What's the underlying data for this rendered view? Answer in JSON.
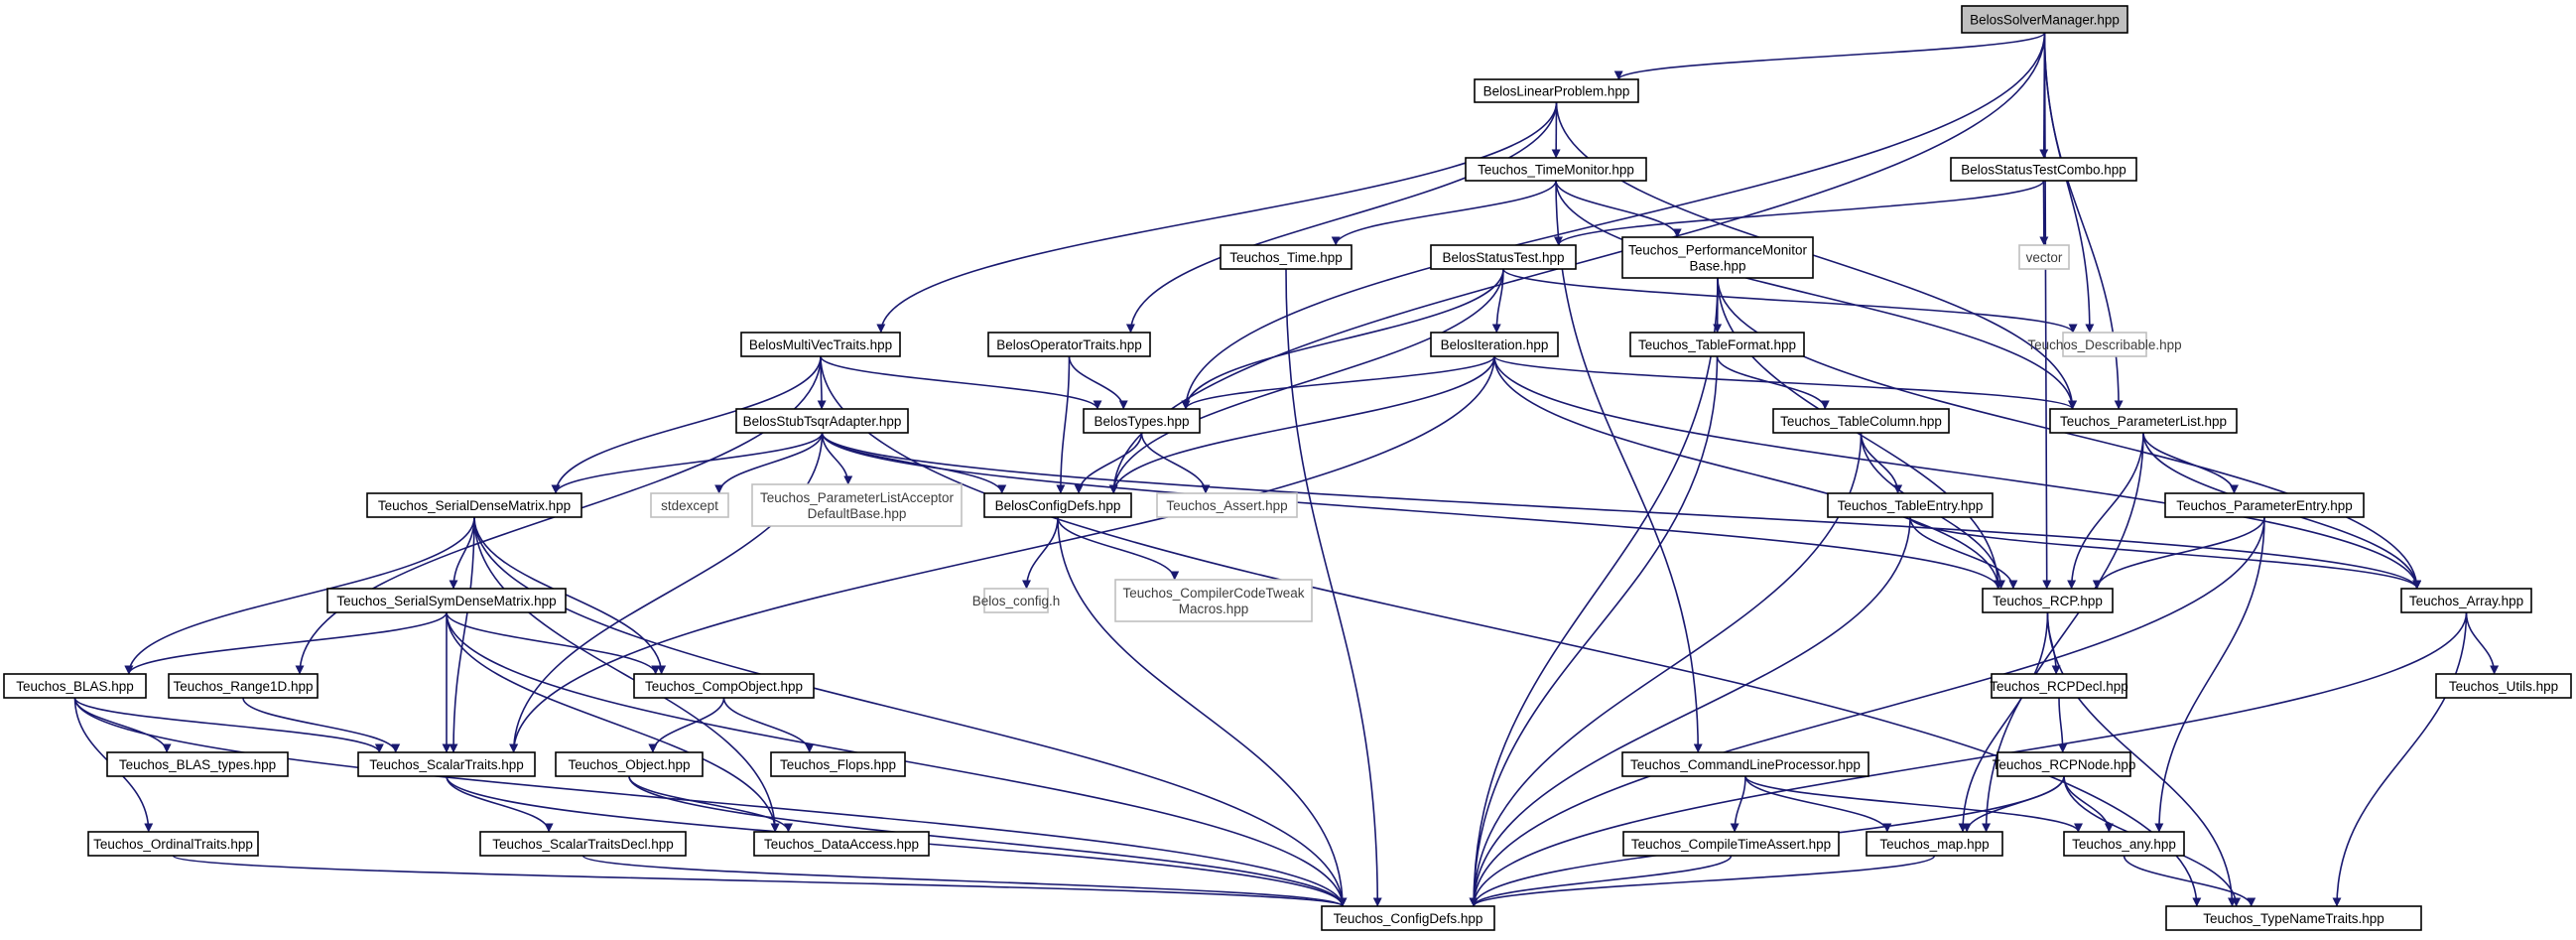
{
  "diagram": {
    "edge_color": "#191970",
    "root_fill": "#bfbfbf",
    "system_border": "#bfbfbf",
    "nodes": [
      {
        "id": "root",
        "label": [
          "BelosSolverManager.hpp"
        ],
        "kind": "root"
      },
      {
        "id": "linprob",
        "label": [
          "BelosLinearProblem.hpp"
        ]
      },
      {
        "id": "stcombo",
        "label": [
          "BelosStatusTestCombo.hpp"
        ]
      },
      {
        "id": "timemon",
        "label": [
          "Teuchos_TimeMonitor.hpp"
        ]
      },
      {
        "id": "time",
        "label": [
          "Teuchos_Time.hpp"
        ]
      },
      {
        "id": "stest",
        "label": [
          "BelosStatusTest.hpp"
        ]
      },
      {
        "id": "perfmon",
        "label": [
          "Teuchos_PerformanceMonitor",
          "Base.hpp"
        ]
      },
      {
        "id": "vector",
        "label": [
          "vector"
        ],
        "kind": "system"
      },
      {
        "id": "describ",
        "label": [
          "Teuchos_Describable.hpp"
        ],
        "kind": "system"
      },
      {
        "id": "mvtraits",
        "label": [
          "BelosMultiVecTraits.hpp"
        ]
      },
      {
        "id": "optraits",
        "label": [
          "BelosOperatorTraits.hpp"
        ]
      },
      {
        "id": "iter",
        "label": [
          "BelosIteration.hpp"
        ]
      },
      {
        "id": "tablefmt",
        "label": [
          "Teuchos_TableFormat.hpp"
        ]
      },
      {
        "id": "stub",
        "label": [
          "BelosStubTsqrAdapter.hpp"
        ]
      },
      {
        "id": "types",
        "label": [
          "BelosTypes.hpp"
        ]
      },
      {
        "id": "tablecol",
        "label": [
          "Teuchos_TableColumn.hpp"
        ]
      },
      {
        "id": "plist",
        "label": [
          "Teuchos_ParameterList.hpp"
        ]
      },
      {
        "id": "sdm",
        "label": [
          "Teuchos_SerialDenseMatrix.hpp"
        ]
      },
      {
        "id": "stdexcept",
        "label": [
          "stdexcept"
        ],
        "kind": "system"
      },
      {
        "id": "plad",
        "label": [
          "Teuchos_ParameterListAcceptor",
          "DefaultBase.hpp"
        ],
        "kind": "system"
      },
      {
        "id": "cfgdefs",
        "label": [
          "BelosConfigDefs.hpp"
        ]
      },
      {
        "id": "assert",
        "label": [
          "Teuchos_Assert.hpp"
        ],
        "kind": "system"
      },
      {
        "id": "tableentry",
        "label": [
          "Teuchos_TableEntry.hpp"
        ]
      },
      {
        "id": "pentry",
        "label": [
          "Teuchos_ParameterEntry.hpp"
        ]
      },
      {
        "id": "ssdm",
        "label": [
          "Teuchos_SerialSymDenseMatrix.hpp"
        ]
      },
      {
        "id": "belosconfig",
        "label": [
          "Belos_config.h"
        ],
        "kind": "system"
      },
      {
        "id": "cctm",
        "label": [
          "Teuchos_CompilerCodeTweak",
          "Macros.hpp"
        ],
        "kind": "system"
      },
      {
        "id": "rcp",
        "label": [
          "Teuchos_RCP.hpp"
        ]
      },
      {
        "id": "array",
        "label": [
          "Teuchos_Array.hpp"
        ]
      },
      {
        "id": "blas",
        "label": [
          "Teuchos_BLAS.hpp"
        ]
      },
      {
        "id": "range1d",
        "label": [
          "Teuchos_Range1D.hpp"
        ]
      },
      {
        "id": "compobj",
        "label": [
          "Teuchos_CompObject.hpp"
        ]
      },
      {
        "id": "rcpdecl",
        "label": [
          "Teuchos_RCPDecl.hpp"
        ]
      },
      {
        "id": "utils",
        "label": [
          "Teuchos_Utils.hpp"
        ]
      },
      {
        "id": "blastypes",
        "label": [
          "Teuchos_BLAS_types.hpp"
        ]
      },
      {
        "id": "scalar",
        "label": [
          "Teuchos_ScalarTraits.hpp"
        ]
      },
      {
        "id": "object",
        "label": [
          "Teuchos_Object.hpp"
        ]
      },
      {
        "id": "flops",
        "label": [
          "Teuchos_Flops.hpp"
        ]
      },
      {
        "id": "clp",
        "label": [
          "Teuchos_CommandLineProcessor.hpp"
        ]
      },
      {
        "id": "rcpnode",
        "label": [
          "Teuchos_RCPNode.hpp"
        ]
      },
      {
        "id": "ordinal",
        "label": [
          "Teuchos_OrdinalTraits.hpp"
        ]
      },
      {
        "id": "stdecl",
        "label": [
          "Teuchos_ScalarTraitsDecl.hpp"
        ]
      },
      {
        "id": "dataacc",
        "label": [
          "Teuchos_DataAccess.hpp"
        ]
      },
      {
        "id": "ctassert",
        "label": [
          "Teuchos_CompileTimeAssert.hpp"
        ]
      },
      {
        "id": "map",
        "label": [
          "Teuchos_map.hpp"
        ]
      },
      {
        "id": "any",
        "label": [
          "Teuchos_any.hpp"
        ]
      },
      {
        "id": "configdefs",
        "label": [
          "Teuchos_ConfigDefs.hpp"
        ]
      },
      {
        "id": "typename",
        "label": [
          "Teuchos_TypeNameTraits.hpp"
        ]
      }
    ],
    "edges": [
      [
        "root",
        "linprob"
      ],
      [
        "root",
        "stcombo"
      ],
      [
        "root",
        "cfgdefs"
      ],
      [
        "root",
        "types"
      ],
      [
        "root",
        "describ"
      ],
      [
        "root",
        "plist"
      ],
      [
        "root",
        "rcp"
      ],
      [
        "linprob",
        "timemon"
      ],
      [
        "linprob",
        "mvtraits"
      ],
      [
        "linprob",
        "optraits"
      ],
      [
        "linprob",
        "plist"
      ],
      [
        "stcombo",
        "vector"
      ],
      [
        "stcombo",
        "stest"
      ],
      [
        "timemon",
        "time"
      ],
      [
        "timemon",
        "perfmon"
      ],
      [
        "timemon",
        "clp"
      ],
      [
        "timemon",
        "plist"
      ],
      [
        "time",
        "configdefs"
      ],
      [
        "stest",
        "iter"
      ],
      [
        "stest",
        "types"
      ],
      [
        "stest",
        "cfgdefs"
      ],
      [
        "stest",
        "describ"
      ],
      [
        "perfmon",
        "tablefmt"
      ],
      [
        "perfmon",
        "rcp"
      ],
      [
        "perfmon",
        "array"
      ],
      [
        "perfmon",
        "configdefs"
      ],
      [
        "mvtraits",
        "stub"
      ],
      [
        "mvtraits",
        "types"
      ],
      [
        "mvtraits",
        "sdm"
      ],
      [
        "mvtraits",
        "range1d"
      ],
      [
        "mvtraits",
        "typename"
      ],
      [
        "optraits",
        "types"
      ],
      [
        "optraits",
        "cfgdefs"
      ],
      [
        "iter",
        "types"
      ],
      [
        "iter",
        "cfgdefs"
      ],
      [
        "iter",
        "plist"
      ],
      [
        "iter",
        "rcp"
      ],
      [
        "iter",
        "array"
      ],
      [
        "iter",
        "scalar"
      ],
      [
        "tablefmt",
        "tablecol"
      ],
      [
        "tablefmt",
        "configdefs"
      ],
      [
        "stub",
        "sdm"
      ],
      [
        "stub",
        "stdexcept"
      ],
      [
        "stub",
        "plad"
      ],
      [
        "stub",
        "cfgdefs"
      ],
      [
        "stub",
        "rcp"
      ],
      [
        "stub",
        "array"
      ],
      [
        "stub",
        "scalar"
      ],
      [
        "types",
        "cfgdefs"
      ],
      [
        "types",
        "assert"
      ],
      [
        "tablecol",
        "tableentry"
      ],
      [
        "tablecol",
        "configdefs"
      ],
      [
        "tablecol",
        "rcp"
      ],
      [
        "plist",
        "pentry"
      ],
      [
        "plist",
        "rcp"
      ],
      [
        "plist",
        "array"
      ],
      [
        "plist",
        "map"
      ],
      [
        "sdm",
        "ssdm"
      ],
      [
        "sdm",
        "blas"
      ],
      [
        "sdm",
        "compobj"
      ],
      [
        "sdm",
        "scalar"
      ],
      [
        "sdm",
        "dataacc"
      ],
      [
        "sdm",
        "configdefs"
      ],
      [
        "cfgdefs",
        "belosconfig"
      ],
      [
        "cfgdefs",
        "cctm"
      ],
      [
        "cfgdefs",
        "configdefs"
      ],
      [
        "tableentry",
        "rcp"
      ],
      [
        "tableentry",
        "array"
      ],
      [
        "tableentry",
        "configdefs"
      ],
      [
        "pentry",
        "rcp"
      ],
      [
        "pentry",
        "any"
      ],
      [
        "pentry",
        "configdefs"
      ],
      [
        "ssdm",
        "blas"
      ],
      [
        "ssdm",
        "compobj"
      ],
      [
        "ssdm",
        "scalar"
      ],
      [
        "ssdm",
        "dataacc"
      ],
      [
        "ssdm",
        "configdefs"
      ],
      [
        "rcp",
        "rcpdecl"
      ],
      [
        "rcp",
        "map"
      ],
      [
        "rcp",
        "typename"
      ],
      [
        "array",
        "utils"
      ],
      [
        "array",
        "configdefs"
      ],
      [
        "array",
        "typename"
      ],
      [
        "blas",
        "blastypes"
      ],
      [
        "blas",
        "ordinal"
      ],
      [
        "blas",
        "scalar"
      ],
      [
        "blas",
        "configdefs"
      ],
      [
        "range1d",
        "scalar"
      ],
      [
        "compobj",
        "flops"
      ],
      [
        "compobj",
        "object"
      ],
      [
        "rcpdecl",
        "rcpnode"
      ],
      [
        "scalar",
        "stdecl"
      ],
      [
        "scalar",
        "configdefs"
      ],
      [
        "object",
        "dataacc"
      ],
      [
        "object",
        "configdefs"
      ],
      [
        "clp",
        "ctassert"
      ],
      [
        "clp",
        "map"
      ],
      [
        "clp",
        "any"
      ],
      [
        "rcpnode",
        "map"
      ],
      [
        "rcpnode",
        "any"
      ],
      [
        "rcpnode",
        "typename"
      ],
      [
        "rcpnode",
        "configdefs"
      ],
      [
        "ordinal",
        "configdefs"
      ],
      [
        "stdecl",
        "configdefs"
      ],
      [
        "ctassert",
        "configdefs"
      ],
      [
        "map",
        "configdefs"
      ],
      [
        "any",
        "typename"
      ]
    ]
  }
}
